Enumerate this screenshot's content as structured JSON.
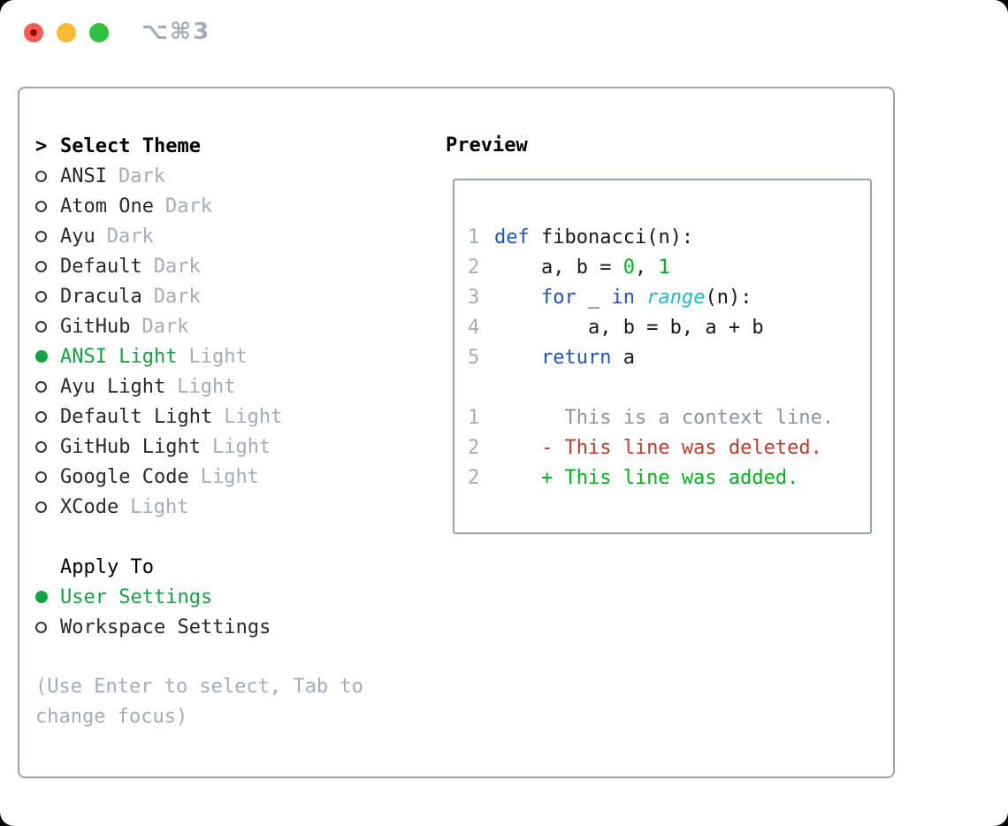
{
  "window": {
    "titlebar": {
      "shortcut": "⌥⌘3"
    }
  },
  "colors": {
    "accent_green": "#12a342",
    "code_blue": "#1f51d6",
    "code_cyan": "#22bcca",
    "code_green": "#00b318",
    "diff_red": "#c23a28",
    "muted_gray": "#a4adb8",
    "context_gray": "#8d949c",
    "border_gray": "#9aa3af",
    "traffic_red": "#f75c54",
    "traffic_yellow": "#f8bb33",
    "traffic_green": "#2fc13e"
  },
  "theme_picker": {
    "header_prefix": ">",
    "header": "Select Theme",
    "items": [
      {
        "name": "ANSI",
        "badge": "Dark",
        "selected": false
      },
      {
        "name": "Atom One",
        "badge": "Dark",
        "selected": false
      },
      {
        "name": "Ayu",
        "badge": "Dark",
        "selected": false
      },
      {
        "name": "Default",
        "badge": "Dark",
        "selected": false
      },
      {
        "name": "Dracula",
        "badge": "Dark",
        "selected": false
      },
      {
        "name": "GitHub",
        "badge": "Dark",
        "selected": false
      },
      {
        "name": "ANSI Light",
        "badge": "Light",
        "selected": true
      },
      {
        "name": "Ayu Light",
        "badge": "Light",
        "selected": false
      },
      {
        "name": "Default Light",
        "badge": "Light",
        "selected": false
      },
      {
        "name": "GitHub Light",
        "badge": "Light",
        "selected": false
      },
      {
        "name": "Google Code",
        "badge": "Light",
        "selected": false
      },
      {
        "name": "XCode",
        "badge": "Light",
        "selected": false
      }
    ]
  },
  "apply_to": {
    "header": "Apply To",
    "items": [
      {
        "name": "User Settings",
        "selected": true
      },
      {
        "name": "Workspace Settings",
        "selected": false
      }
    ]
  },
  "help_text": "(Use Enter to select, Tab to change focus)",
  "preview": {
    "title": "Preview",
    "code_lines": [
      {
        "num": "1",
        "tokens": [
          [
            "def",
            "kw"
          ],
          [
            " fibonacci(n):",
            "plain"
          ]
        ]
      },
      {
        "num": "2",
        "tokens": [
          [
            "    a, b = ",
            "plain"
          ],
          [
            "0",
            "num"
          ],
          [
            ", ",
            "plain"
          ],
          [
            "1",
            "num"
          ]
        ]
      },
      {
        "num": "3",
        "tokens": [
          [
            "    ",
            "plain"
          ],
          [
            "for",
            "kw"
          ],
          [
            " _ ",
            "plain"
          ],
          [
            "in",
            "kw"
          ],
          [
            " ",
            "plain"
          ],
          [
            "range",
            "call"
          ],
          [
            "(n):",
            "plain"
          ]
        ]
      },
      {
        "num": "4",
        "tokens": [
          [
            "        a, b = b, a + b",
            "plain"
          ]
        ]
      },
      {
        "num": "5",
        "tokens": [
          [
            "    ",
            "plain"
          ],
          [
            "return",
            "kw"
          ],
          [
            " a",
            "plain"
          ]
        ]
      },
      {
        "num": "",
        "tokens": []
      },
      {
        "num": "1",
        "tokens": [
          [
            "      This is a context line.",
            "ctx"
          ]
        ]
      },
      {
        "num": "2",
        "tokens": [
          [
            "    - This line was deleted.",
            "del"
          ]
        ]
      },
      {
        "num": "2",
        "tokens": [
          [
            "    + This line was added.",
            "add"
          ]
        ]
      }
    ]
  }
}
